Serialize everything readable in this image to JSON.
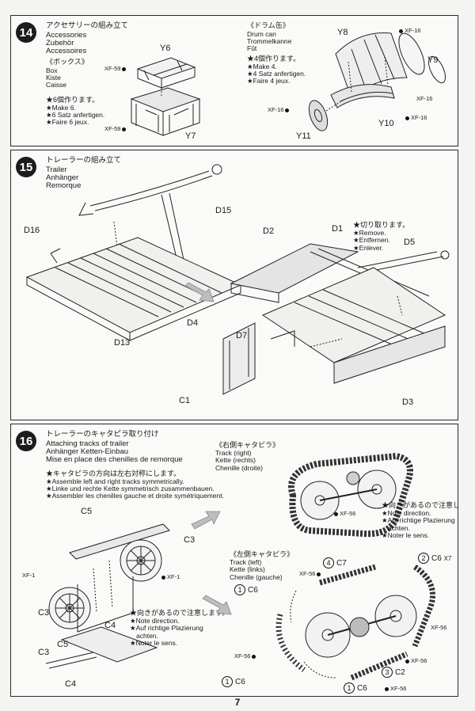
{
  "page": {
    "number": "7"
  },
  "step14": {
    "number": "14",
    "title_jp": "アクセサリーの組み立て",
    "title_lines": [
      "Accessories",
      "Zubehör",
      "Accessoires"
    ],
    "box": {
      "heading_jp": "《ボックス》",
      "lines": [
        "Box",
        "Kiste",
        "Caisse"
      ],
      "make_jp": "★6個作ります。",
      "make_lines": [
        "★Make 6.",
        "★6 Satz anfertigen.",
        "★Faire 6 jeux."
      ],
      "parts": [
        "Y6",
        "Y7"
      ],
      "paints": [
        "XF-59",
        "XF-59"
      ]
    },
    "drum": {
      "heading_jp": "《ドラム缶》",
      "lines": [
        "Drum can",
        "Trommelkanne",
        "Fût"
      ],
      "make_jp": "★4個作ります。",
      "make_lines": [
        "★Make 4.",
        "★4 Satz anfertigen.",
        "★Faire 4 jeux."
      ],
      "parts": [
        "Y8",
        "Y9",
        "Y10",
        "Y11"
      ],
      "paints": [
        "XF-16",
        "XF-16",
        "XF-16",
        "XF-16"
      ]
    }
  },
  "step15": {
    "number": "15",
    "title_jp": "トレーラーの組み立て",
    "title_lines": [
      "Trailer",
      "Anhänger",
      "Remorque"
    ],
    "parts": [
      "D15",
      "D16",
      "D13",
      "D2",
      "D1",
      "D5",
      "D4",
      "D7",
      "C1",
      "D3"
    ],
    "cut_note": [
      "★切り取ります。",
      "★Remove.",
      "★Entfernen.",
      "★Enlever."
    ]
  },
  "step16": {
    "number": "16",
    "title_jp": "トレーラーのキャタピラ取り付け",
    "title_lines": [
      "Attaching tracks of trailer",
      "Anhänger Ketten-Einbau",
      "Mise en place des chenilles de remorque"
    ],
    "instructions": [
      "★キャタピラの方向は左右対称にします。",
      "★Assemble left and right tracks symmetrically.",
      "★Linke und rechte Kette symmetrisch zusammenbauen.",
      "★Assembler les chenilles gauche et droite symétriquement."
    ],
    "direction_note": [
      "★向きがあるので注意します。",
      "★Note direction.",
      "★Auf richtige Plazierung",
      "achten.",
      "★Noter le sens."
    ],
    "track_right": [
      "《右側キャタピラ》",
      "Track (right)",
      "Kette (rechts)",
      "Chenille (droite)"
    ],
    "track_left": [
      "《左側キャタピラ》",
      "Track (left)",
      "Kette (links)",
      "Chenille (gauche)"
    ],
    "parts": {
      "c5": "C5",
      "c3": "C3",
      "c4": "C4",
      "c5b": "C5",
      "c3b": "C3",
      "c4b": "C4",
      "c6": "C6",
      "c7": "C7",
      "c2": "C2",
      "c6x": "C6",
      "x7": "X7"
    },
    "circled": {
      "one": "1",
      "two": "2",
      "three": "3",
      "four": "4"
    },
    "paints": {
      "xf1": "XF-1",
      "xf56": "XF-56"
    }
  }
}
